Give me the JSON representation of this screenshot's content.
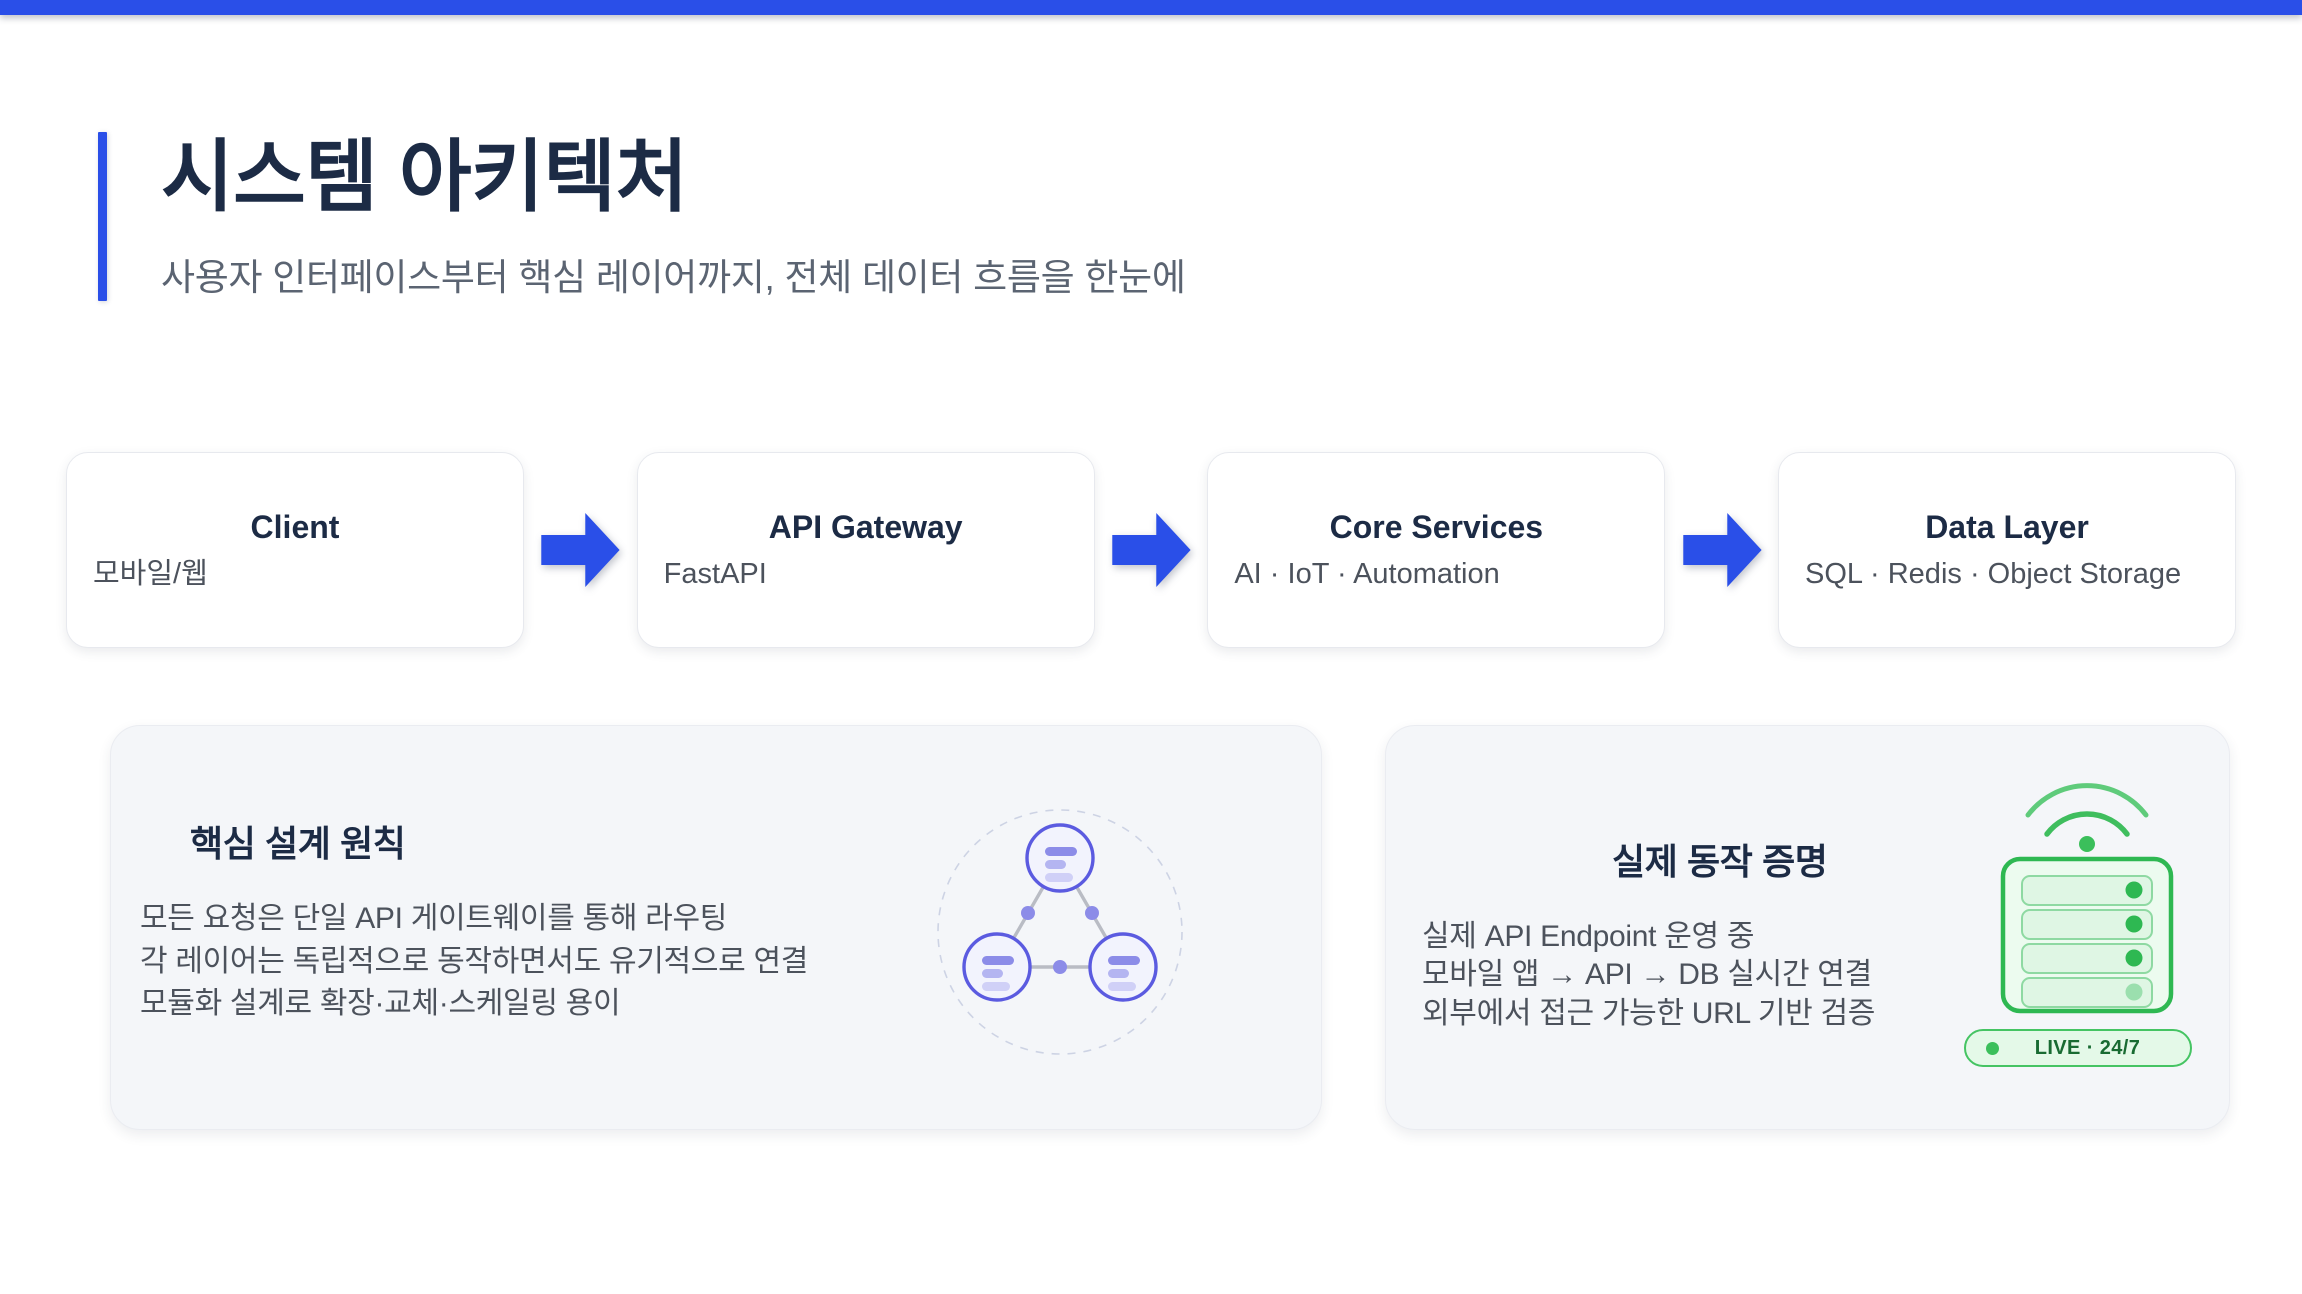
{
  "theme": {
    "accent_blue": "#2A4FE8",
    "title_navy": "#1C2B45",
    "body_gray": "#4C525C",
    "panel_bg": "#F4F6F9",
    "node_indigo": "#5B5BE0",
    "live_green": "#3BBF5B"
  },
  "header": {
    "title": "시스템 아키텍처",
    "subtitle": "사용자 인터페이스부터 핵심 레이어까지, 전체 데이터 흐름을 한눈에"
  },
  "flow": {
    "cards": [
      {
        "title": "Client",
        "subtitle": "모바일/웹"
      },
      {
        "title": "API Gateway",
        "subtitle": "FastAPI"
      },
      {
        "title": "Core Services",
        "subtitle": "AI · IoT · Automation"
      },
      {
        "title": "Data Layer",
        "subtitle": "SQL · Redis · Object Storage"
      }
    ],
    "arrow_icon": "arrow-right-icon"
  },
  "left_panel": {
    "heading": "핵심 설계 원칙",
    "lines": [
      "모든 요청은 단일 API 게이트웨이를 통해 라우팅",
      "각 레이어는 독립적으로 동작하면서도 유기적으로 연결",
      "모듈화 설계로 확장·교체·스케일링 용이"
    ],
    "diagram": {
      "type": "network-triangle",
      "node_count": 3,
      "nodes": [
        "node-top",
        "node-bottom-left",
        "node-bottom-right"
      ],
      "edges": [
        "top-left",
        "top-right",
        "left-right"
      ]
    }
  },
  "right_panel": {
    "heading": "실제 동작 증명",
    "lines": [
      "실제 API Endpoint 운영 중",
      "모바일 앱 → API → DB 실시간 연결",
      "외부에서 접근 가능한 URL 기반 검증"
    ],
    "server": {
      "icon": "server-rack-icon",
      "signal_icon": "wifi-signal-icon",
      "slot_count": 4,
      "active_slots": 3
    },
    "status_badge": {
      "label": "LIVE · 24/7",
      "dot_icon": "status-dot-icon"
    }
  }
}
